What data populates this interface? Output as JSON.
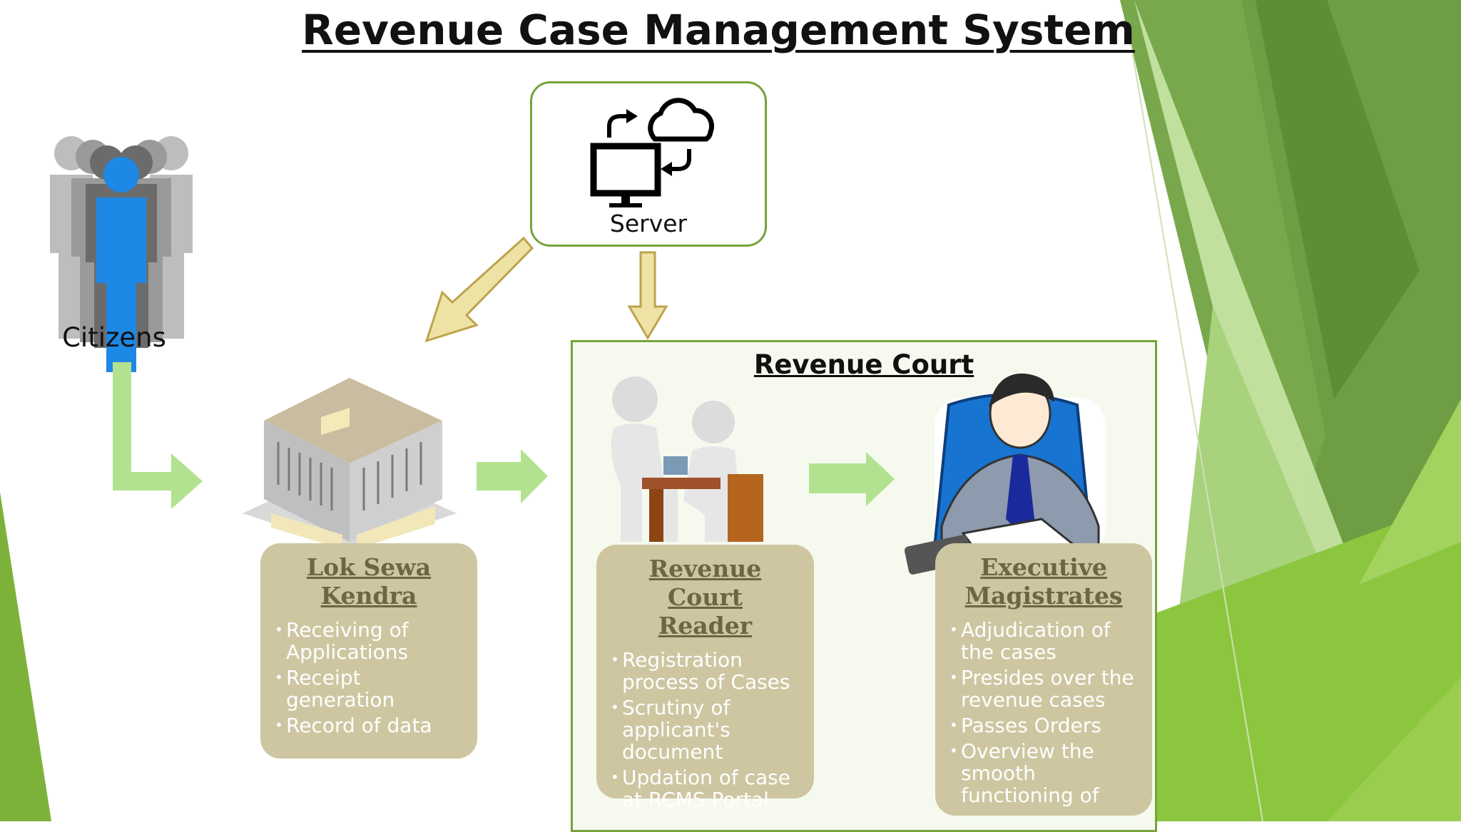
{
  "slide": {
    "title": "Revenue Case Management System"
  },
  "server": {
    "label": "Server"
  },
  "citizens": {
    "label": "Citizens"
  },
  "revenue_court": {
    "title": "Revenue Court"
  },
  "cards": {
    "lok_sewa_kendra": {
      "title_line1": "Lok Sewa",
      "title_line2": "Kendra",
      "items": [
        "Receiving of Applications",
        "Receipt generation",
        "Record of data"
      ]
    },
    "revenue_court_reader": {
      "title_line1": "Revenue Court",
      "title_line2": "Reader",
      "items": [
        "Registration process of Cases",
        "Scrutiny of applicant's document",
        "Updation of case at RCMS Portal"
      ]
    },
    "executive_magistrates": {
      "title_line1": "Executive",
      "title_line2": "Magistrates",
      "items": [
        "Adjudication of the cases",
        "Presides over the revenue cases",
        "Passes Orders",
        "Overview the smooth functioning of"
      ]
    }
  },
  "colors": {
    "accent_green": "#77a33a",
    "card_fill": "#cdc6a1",
    "card_title": "#6b6740",
    "flow_arrow": "#b2e290",
    "server_arrow": "#efe2a5"
  }
}
